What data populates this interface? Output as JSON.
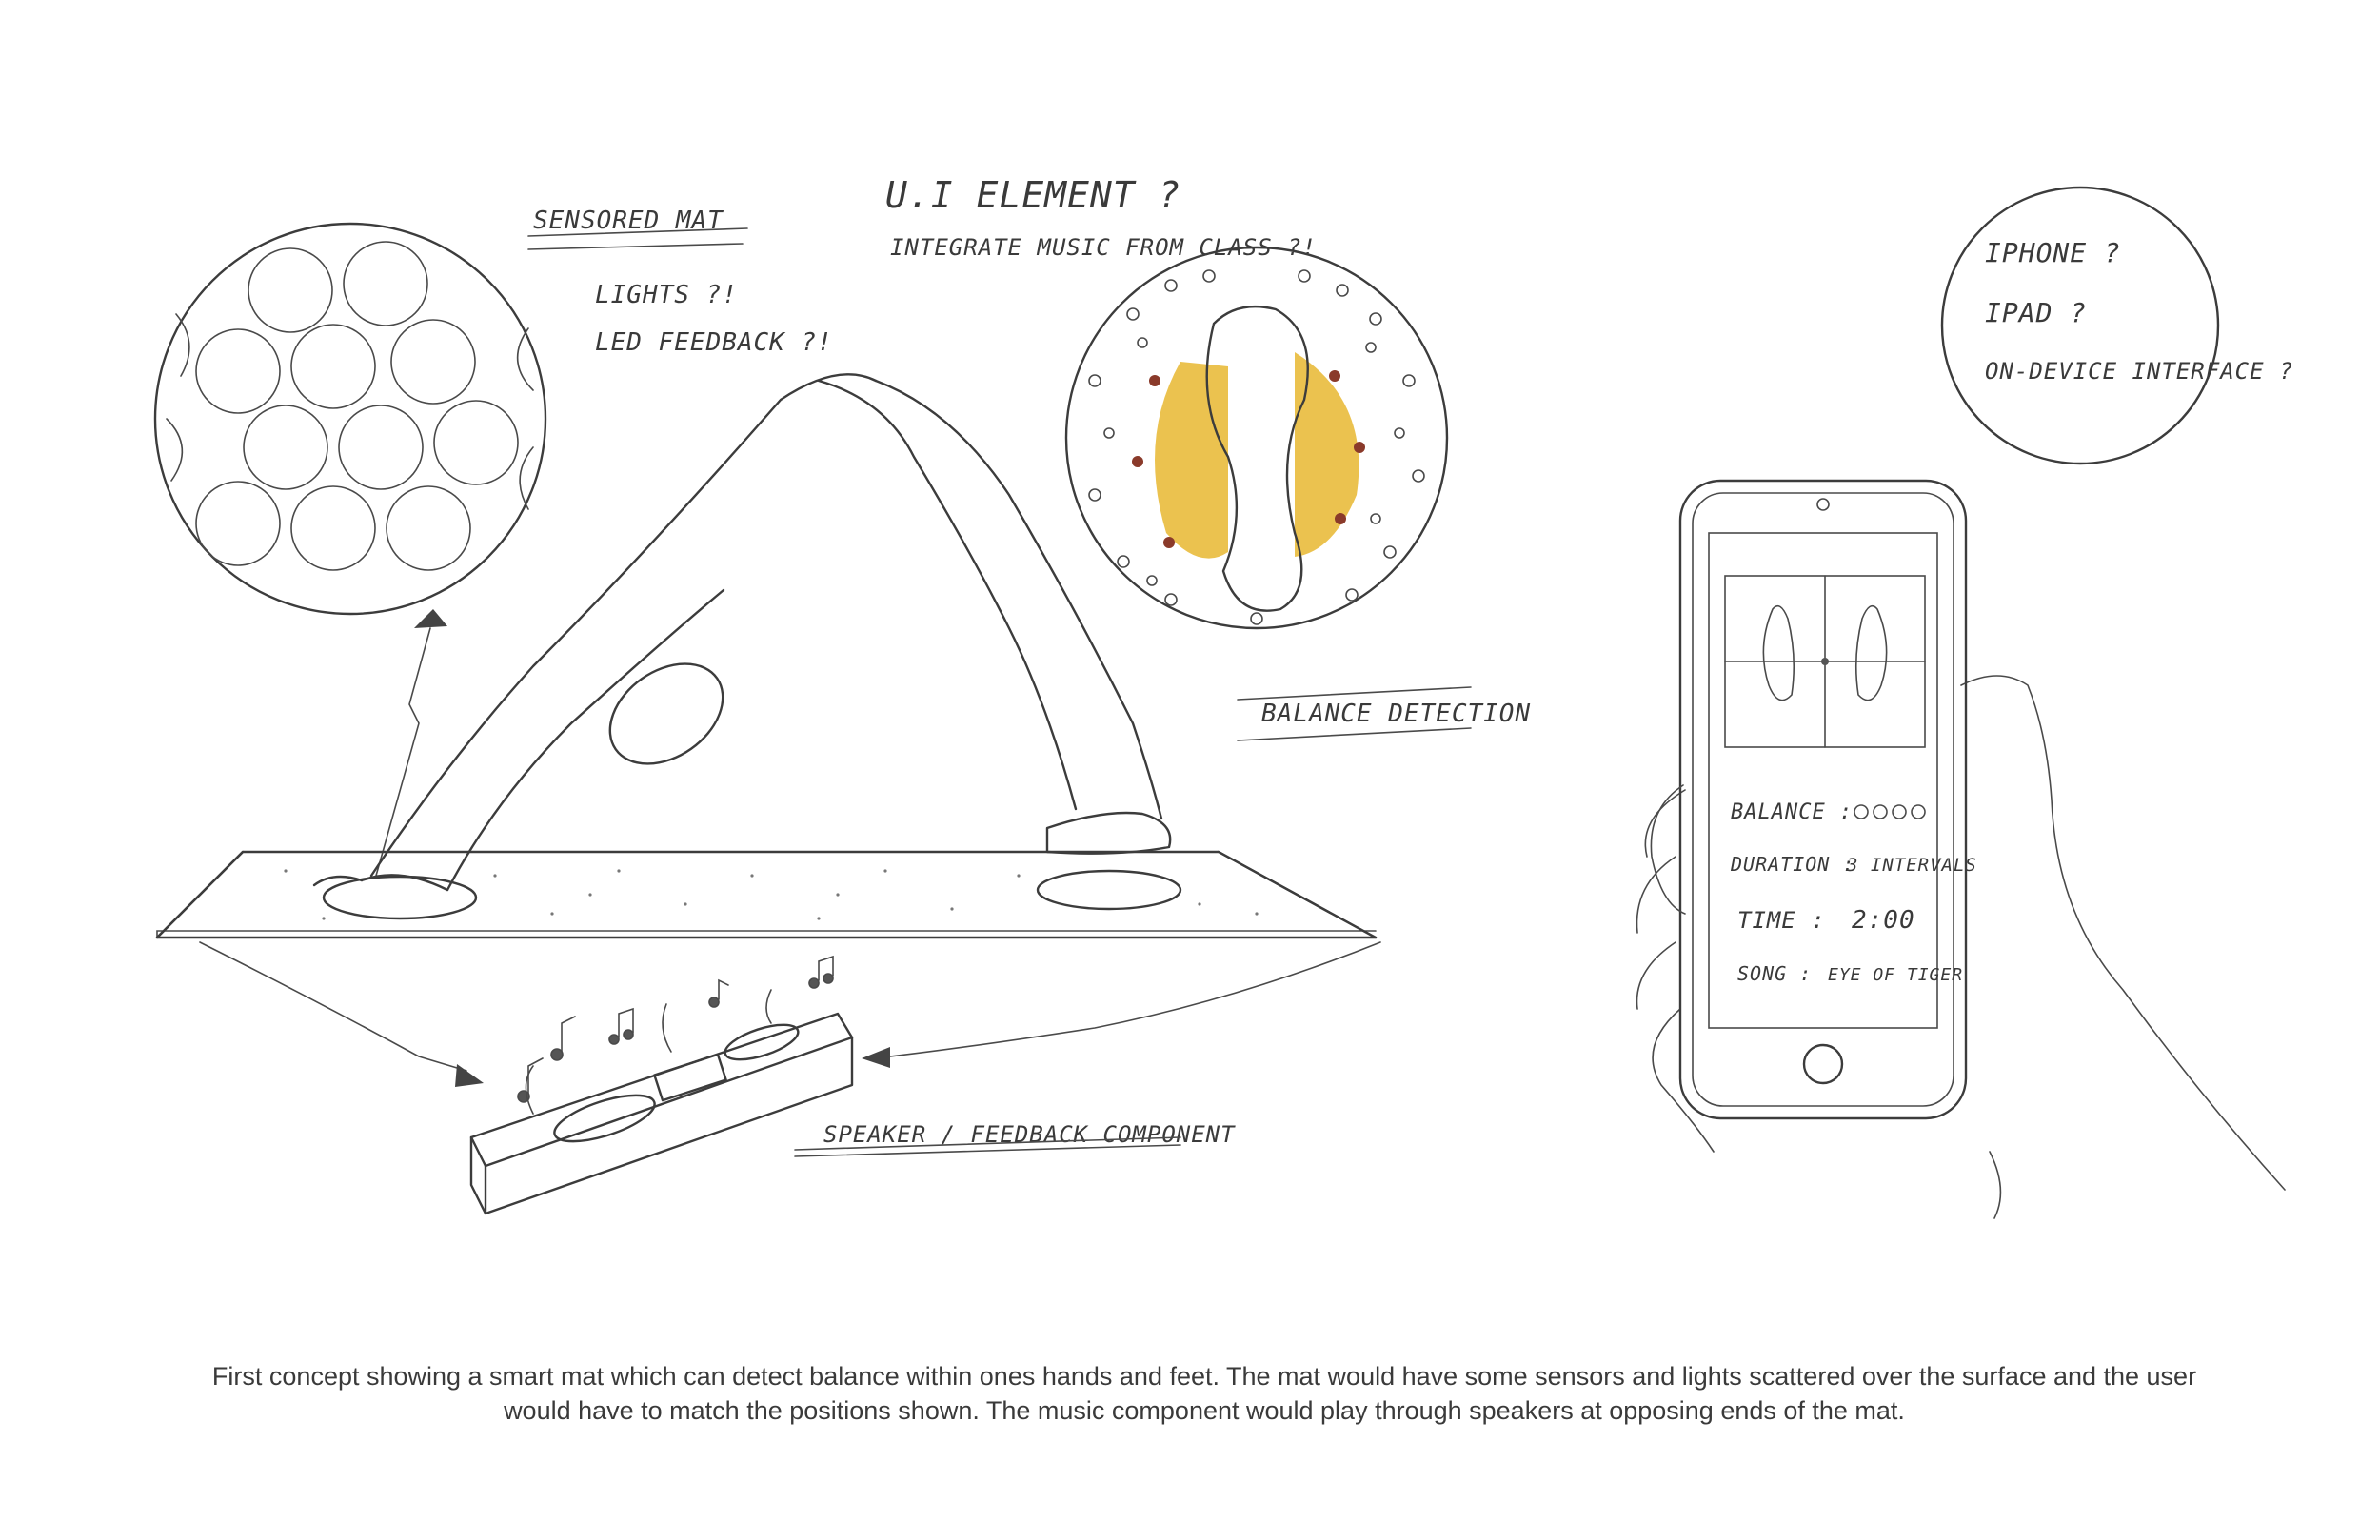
{
  "notes": {
    "sensored_mat": "SENSORED MAT",
    "lights": "LIGHTS ?!",
    "led_feedback": "LED FEEDBACK ?!",
    "ui_element": "U.I ELEMENT ?",
    "integrate_music": "INTEGRATE MUSIC FROM CLASS ?!",
    "balance_detection": "BALANCE DETECTION",
    "speaker_component": "SPEAKER / FEEDBACK COMPONENT",
    "iphone": "IPHONE ?",
    "ipad": "IPAD ?",
    "on_device": "ON-DEVICE INTERFACE ?"
  },
  "phone_screen": {
    "balance_label": "BALANCE :",
    "duration_label": "DURATION :",
    "duration_value": "3 INTERVALS",
    "time_label": "TIME :",
    "time_value": "2:00",
    "song_label": "SONG :",
    "song_value": "EYE OF TIGER"
  },
  "caption": "First concept showing a smart mat which can detect balance within ones hands and feet. The mat would have some sensors and lights scattered over the surface and the user would have to match the positions shown. The music component would play through speakers at opposing ends of the mat.",
  "colors": {
    "ink": "#3c3c3c",
    "highlight": "#e8b730",
    "sensor_dot": "#8a3a2a"
  }
}
